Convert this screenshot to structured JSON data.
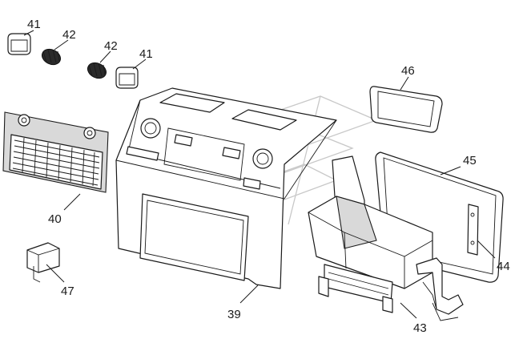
{
  "diagram": {
    "callouts": {
      "c41a": "41",
      "c42a": "42",
      "c42b": "42",
      "c41b": "41",
      "c46": "46",
      "c45": "45",
      "c40": "40",
      "c44": "44",
      "c47": "47",
      "c39": "39",
      "c43": "43"
    }
  },
  "colors": {
    "line": "#1a1a1a",
    "shading": "#d9d9d9",
    "dark_parts": "#2a2a2a",
    "watermark": "#c8c8c8",
    "background": "#ffffff"
  }
}
